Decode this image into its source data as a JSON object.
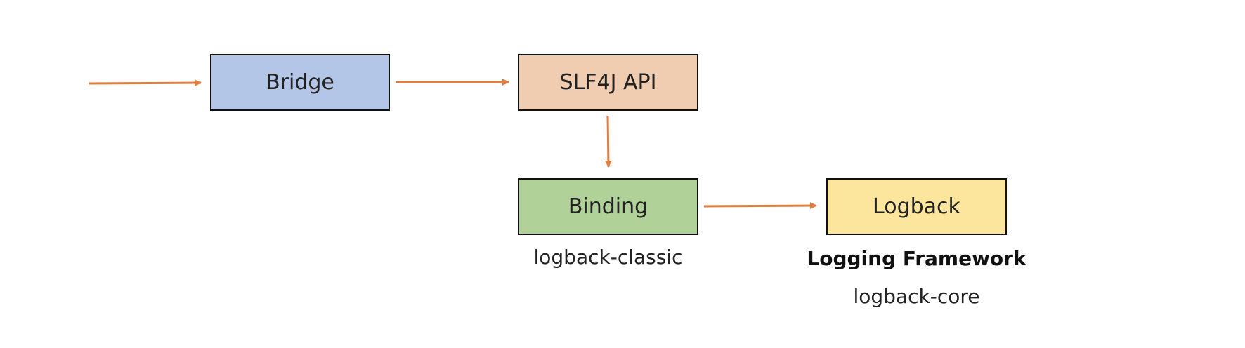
{
  "diagram": {
    "nodes": {
      "bridge": {
        "label": "Bridge",
        "fill": "#b4c6e7"
      },
      "slf4j_api": {
        "label": "SLF4J API",
        "fill": "#f0ccb0"
      },
      "binding": {
        "label": "Binding",
        "fill": "#b0d197",
        "caption": "logback-classic"
      },
      "logback": {
        "label": "Logback",
        "fill": "#fce69e",
        "caption_title": "Logging Framework",
        "caption": "logback-core"
      }
    },
    "edges": [
      {
        "from": "",
        "to": "bridge"
      },
      {
        "from": "bridge",
        "to": "slf4j_api"
      },
      {
        "from": "slf4j_api",
        "to": "binding"
      },
      {
        "from": "binding",
        "to": "logback"
      }
    ],
    "colors": {
      "arrow": "#e07e40",
      "border": "#111111"
    }
  }
}
